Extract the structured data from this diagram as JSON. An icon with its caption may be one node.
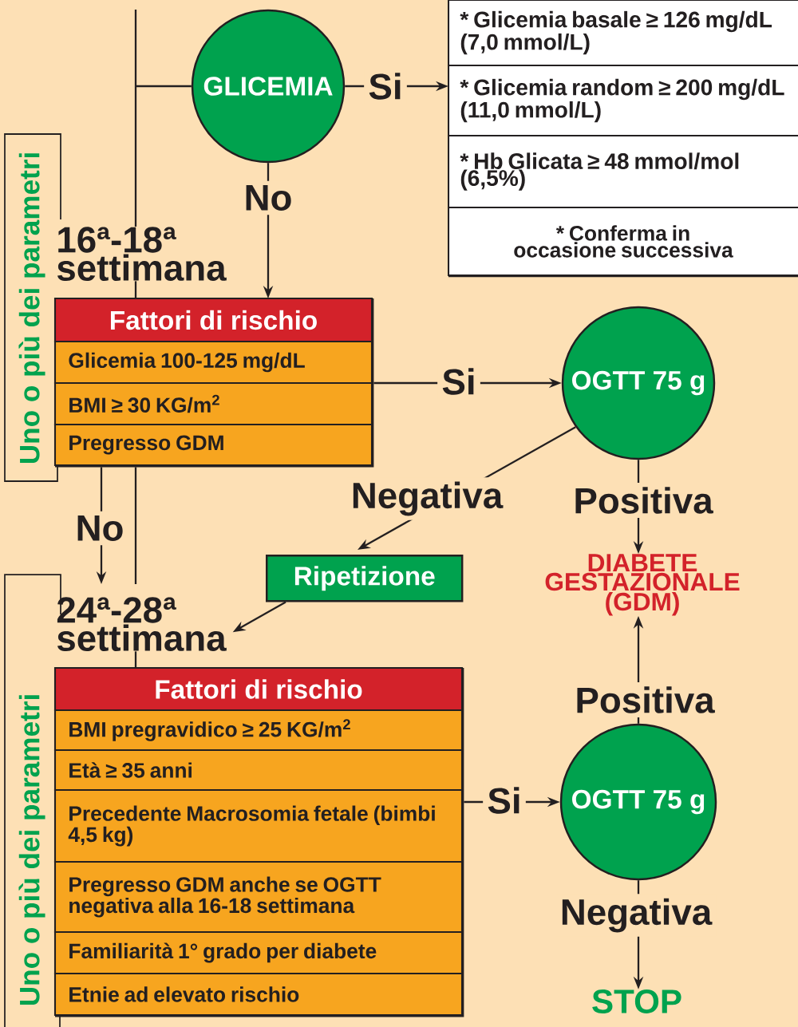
{
  "diagram": {
    "nodes": [
      {
        "text": [
          "GLICEMIA"
        ]
      },
      {
        "text": [
          "* Glicemia basale ≥ 126 mg/dL (7,0 mmol/L)",
          "* Glicemia random ≥ 200 mg/dL (11,0 mmol/L)",
          "* Hb Glicata ≥ 48 mmol/mol (6,5%)",
          "* Conferma in occasione successiva"
        ]
      },
      {
        "text": [
          "16ª-18ª settimana"
        ]
      },
      {
        "text": [
          "Fattori di rischio",
          "Glicemia 100-125 mg/dL",
          "BMI ≥ 30 KG/m$^{2}$",
          "Pregresso GDM"
        ],
        "beside": [
          "Uno o più dei parametri"
        ]
      },
      {
        "text": [
          "OGTT 75 g"
        ]
      },
      {
        "text": [
          "Ripetizione"
        ]
      },
      {
        "text": [
          "DIABETE GESTAZIONALE (GDM)"
        ]
      },
      {
        "text": [
          "24ª-28ª settimana"
        ]
      },
      {
        "text": [
          "Fattori di rischio",
          "BMI pregravidico ≥ 25 KG/m$^{2}$",
          "Età ≥ 35 anni",
          "Precedente Macrosomia fetale (bimbi 4,5 kg)",
          "Pregresso GDM anche se OGTT negativa alla 16-18 settimana",
          "Familiarità 1° grado per diabete",
          "Etnie ad elevato rischio"
        ],
        "beside": [
          "Uno o più dei parametri"
        ]
      },
      {
        "text": [
          "OGTT 75 g"
        ]
      },
      {
        "text": [
          "STOP"
        ]
      }
    ],
    "edges": [
      {
        "from": 0,
        "to": 1,
        "arrow": "to",
        "label": "Si"
      },
      {
        "from": 0,
        "to": 3,
        "arrow": "to",
        "label": "No"
      },
      {
        "from": 2,
        "to": 0,
        "arrow": "none"
      },
      {
        "from": 2,
        "to": 3,
        "arrow": "none"
      },
      {
        "from": 3,
        "to": 4,
        "arrow": "to",
        "label": "Si"
      },
      {
        "from": 4,
        "to": 5,
        "arrow": "to",
        "label": "Negativa"
      },
      {
        "from": 4,
        "to": 6,
        "arrow": "to",
        "label": "Positiva"
      },
      {
        "from": 3,
        "to": 7,
        "arrow": "to",
        "label": "No"
      },
      {
        "from": 3,
        "to": 7,
        "arrow": "none"
      },
      {
        "from": 5,
        "to": 7,
        "arrow": "to"
      },
      {
        "from": 7,
        "to": 8,
        "arrow": "none"
      },
      {
        "from": 8,
        "to": 9,
        "arrow": "to",
        "label": "Si"
      },
      {
        "from": 9,
        "to": 6,
        "arrow": "to",
        "label": "Positiva"
      },
      {
        "from": 9,
        "to": 10,
        "arrow": "to",
        "label": "Negativa"
      }
    ]
  }
}
